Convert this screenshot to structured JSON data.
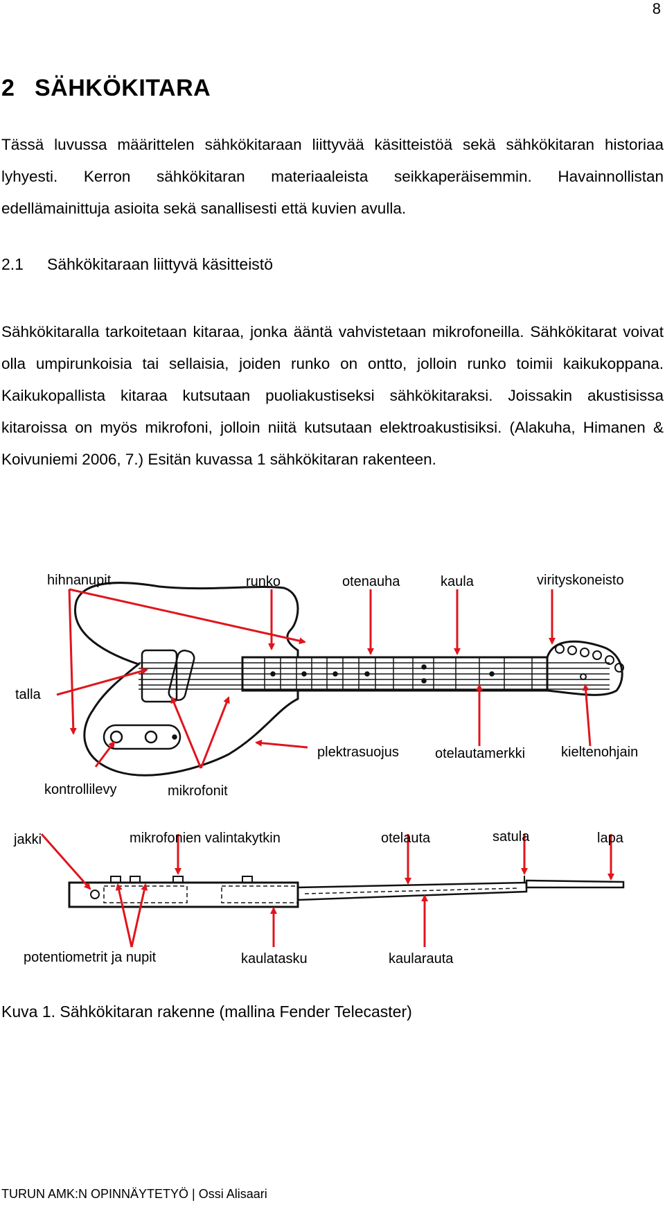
{
  "page_number": "8",
  "chapter": {
    "number": "2",
    "title": "SÄHKÖKITARA"
  },
  "intro_paragraph": "Tässä luvussa määrittelen sähkökitaraan liittyvää käsitteistöä sekä sähkökitaran historiaa lyhyesti. Kerron sähkökitaran materiaaleista seikkaperäisemmin. Havainnollistan edellämainittuja asioita sekä sanallisesti että kuvien avulla.",
  "section": {
    "number": "2.1",
    "title": "Sähkökitaraan liittyvä käsitteistö"
  },
  "section_paragraph": "Sähkökitaralla tarkoitetaan kitaraa, jonka ääntä vahvistetaan mikrofoneilla. Sähkökitarat voivat olla umpirunkoisia tai sellaisia, joiden runko on ontto, jolloin runko toimii kaikukoppana. Kaikukopallista kitaraa kutsutaan puoliakustiseksi sähkökitaraksi. Joissakin akustisissa kitaroissa on myös mikrofoni, jolloin niitä kutsutaan elektroakustisiksi. (Alakuha, Himanen & Koivuniemi 2006, 7.) Esitän kuvassa 1 sähkökitaran rakenteen.",
  "figure": {
    "front_labels": {
      "strap_buttons": "hihnanupit",
      "body": "runko",
      "fret_wire": "otenauha",
      "neck": "kaula",
      "tuners": "virityskoneisto",
      "bridge": "talla",
      "pickguard": "plektrasuojus",
      "fret_marker": "otelautamerkki",
      "string_tree": "kieltenohjain",
      "control_plate": "kontrollilevy",
      "pickups": "mikrofonit"
    },
    "side_labels": {
      "jack": "jakki",
      "pickup_selector": "mikrofonien valintakytkin",
      "fretboard": "otelauta",
      "nut": "satula",
      "headstock": "lapa",
      "pots_knobs": "potentiometrit ja nupit",
      "neck_pocket": "kaulatasku",
      "truss_rod": "kaularauta"
    },
    "arrow_color": "#e0141c"
  },
  "caption": "Kuva 1. Sähkökitaran rakenne (mallina Fender Telecaster)",
  "footer": "TURUN AMK:N OPINNÄYTETYÖ | Ossi Alisaari"
}
